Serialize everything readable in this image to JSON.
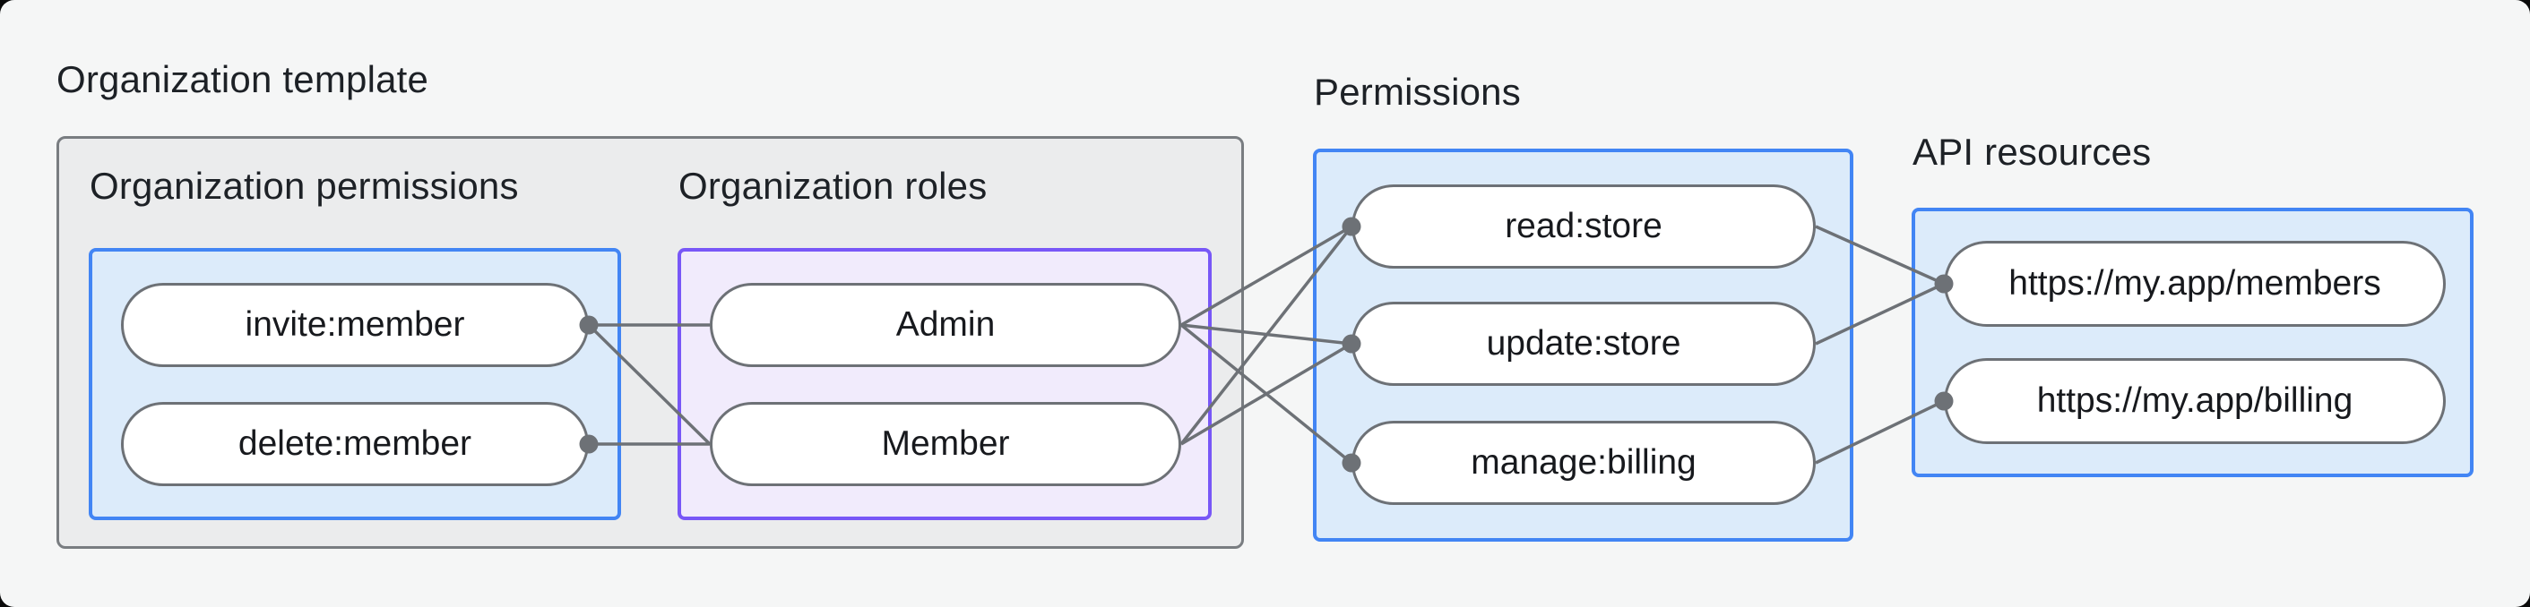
{
  "diagram": {
    "title": "Organization template",
    "labels": {
      "org_permissions": "Organization permissions",
      "org_roles": "Organization roles",
      "permissions": "Permissions",
      "api_resources": "API resources"
    }
  },
  "colors": {
    "page_background": "#f5f6f6",
    "template_box_fill": "#ebeced",
    "template_box_border": "#797d81",
    "blue_box_fill": "#dcebfa",
    "blue_box_border": "#4285f4",
    "purple_box_fill": "#f1ebfc",
    "purple_box_border": "#7857f7",
    "node_fill": "#ffffff",
    "node_border": "#6d7176",
    "edge_line": "#6d7176",
    "text": "#1d2126"
  },
  "nodes": [
    {
      "id": "invite",
      "label": "invite:member"
    },
    {
      "id": "delete",
      "label": "delete:member"
    },
    {
      "id": "admin",
      "label": "Admin"
    },
    {
      "id": "member",
      "label": "Member"
    },
    {
      "id": "read",
      "label": "read:store"
    },
    {
      "id": "update",
      "label": "update:store"
    },
    {
      "id": "manage",
      "label": "manage:billing"
    },
    {
      "id": "members",
      "label": "https://my.app/members"
    },
    {
      "id": "billing",
      "label": "https://my.app/billing"
    }
  ],
  "edges": [
    {
      "from": "invite",
      "to": "admin"
    },
    {
      "from": "invite",
      "to": "member"
    },
    {
      "from": "delete",
      "to": "member"
    },
    {
      "from": "admin",
      "to": "read"
    },
    {
      "from": "admin",
      "to": "update"
    },
    {
      "from": "admin",
      "to": "manage"
    },
    {
      "from": "member",
      "to": "read"
    },
    {
      "from": "member",
      "to": "update"
    },
    {
      "from": "read",
      "to": "members"
    },
    {
      "from": "update",
      "to": "members"
    },
    {
      "from": "manage",
      "to": "billing"
    }
  ],
  "dots": [
    {
      "node": "invite",
      "side": "right"
    },
    {
      "node": "delete",
      "side": "right"
    },
    {
      "node": "read",
      "side": "left"
    },
    {
      "node": "update",
      "side": "left"
    },
    {
      "node": "manage",
      "side": "left"
    },
    {
      "node": "members",
      "side": "left"
    },
    {
      "node": "billing",
      "side": "left"
    }
  ]
}
